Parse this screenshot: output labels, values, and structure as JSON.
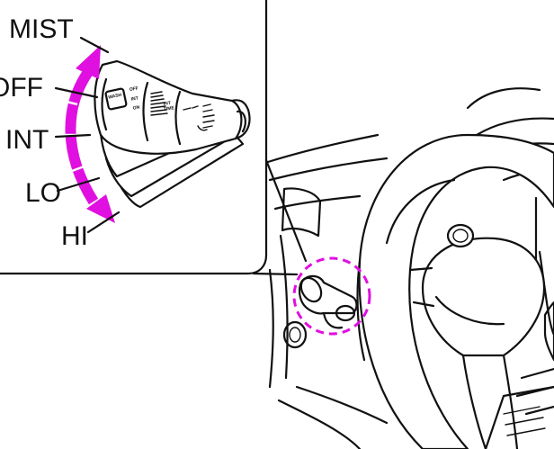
{
  "labels": {
    "mist": "MIST",
    "off": "OFF",
    "int": "INT",
    "lo": "LO",
    "hi": "HI"
  },
  "switch_markings": {
    "wash": "WASH",
    "off": "OFF",
    "int": "INT",
    "on": "ON",
    "int_time": "INT",
    "time": "TIME"
  },
  "colors": {
    "arrow": "#e010e0",
    "highlight_circle": "#e010e0",
    "ink": "#111111"
  },
  "icons": [
    "wiper-stalk-icon",
    "direction-arrow-icon",
    "steering-wheel-icon"
  ]
}
